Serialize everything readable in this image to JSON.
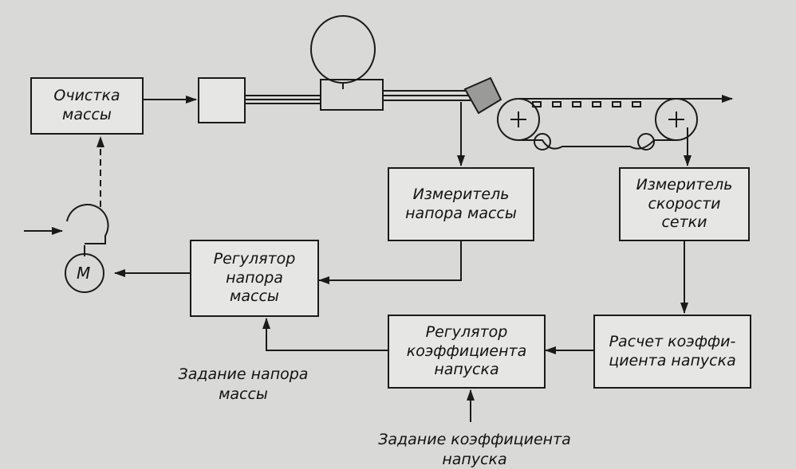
{
  "blocks": {
    "cleaning": "Очистка\nмассы",
    "pressure_meter": "Измеритель\nнапора массы",
    "speed_meter": "Измеритель\nскорости\nсетки",
    "pressure_regulator": "Регулятор\nнапора\nмассы",
    "coef_regulator": "Регулятор\nкоэффициента\nнапуска",
    "coef_calc": "Расчет коэффи-\nциента напуска"
  },
  "captions": {
    "pressure_setpoint": "Задание напора\nмассы",
    "coef_setpoint": "Задание коэффициента\nнапуска"
  },
  "motor_label": "М",
  "colors": {
    "line": "#1a1a1a",
    "paper": "#d9d9d7",
    "box_fill": "#e6e6e4"
  }
}
